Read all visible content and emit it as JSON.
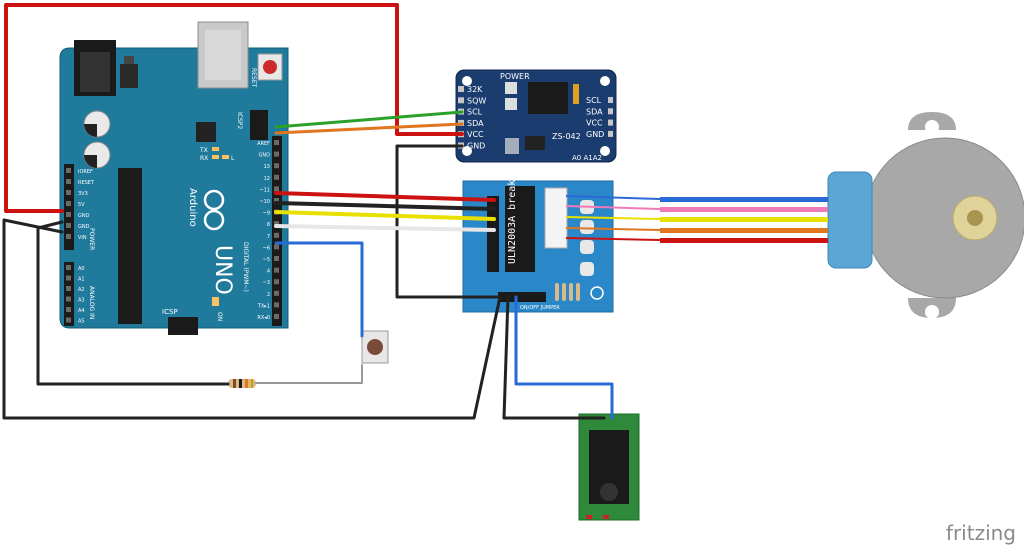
{
  "watermark": "fritzing",
  "arduino": {
    "brand": "Arduino",
    "model": "UNO",
    "reset": "RESET",
    "icsp2": "ICSP2",
    "icsp": "ICSP",
    "tx": "TX",
    "rx": "RX",
    "l": "L",
    "on": "ON",
    "digital": "DIGITAL (PWM~)",
    "power": "POWER",
    "analog": "ANALOG IN",
    "power_pins": [
      "IOREF",
      "RESET",
      "3V3",
      "5V",
      "GND",
      "GND",
      "VIN"
    ],
    "analog_pins": [
      "A0",
      "A1",
      "A2",
      "A3",
      "A4",
      "A5"
    ],
    "digital_pins": [
      "AREF",
      "GND",
      "13",
      "12",
      "~11",
      "~10",
      "~9",
      "8",
      "7",
      "~6",
      "~5",
      "4",
      "~3",
      "2",
      "TX▸1",
      "RX◂0"
    ]
  },
  "rtc": {
    "power": "POWER",
    "left_pins": [
      "32K",
      "SQW",
      "SCL",
      "SDA",
      "VCC",
      "GND"
    ],
    "right_pins": [
      "SCL",
      "SDA",
      "VCC",
      "GND"
    ],
    "model": "ZS-042",
    "addr": "A0 A1A2"
  },
  "driver": {
    "chip": "ULN2003A break",
    "jumper": "ON/OFF JUMPER"
  },
  "colors": {
    "board_blue": "#1f7a9c",
    "rtc_blue": "#1b3c6e",
    "driver_blue": "#2b88c8",
    "wire_red": "#cc1111",
    "wire_black": "#222222",
    "wire_green": "#2aa12a",
    "wire_orange": "#e0761e",
    "wire_yellow": "#e8e000",
    "wire_white": "#e6e6e6",
    "wire_blue": "#2a6ad6",
    "wire_pink": "#f07ab8",
    "motor_gray": "#a8a8a8",
    "motor_cap": "#5aa7d6",
    "jack_green": "#2e8a3a"
  }
}
